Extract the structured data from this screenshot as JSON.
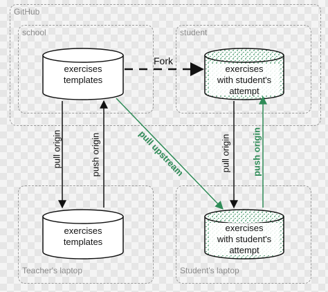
{
  "groups": {
    "github": "GitHub",
    "school": "school",
    "student": "student",
    "teacher_laptop": "Teacher's laptop",
    "student_laptop": "Student's laptop"
  },
  "nodes": {
    "school_repo": {
      "line1": "exercises",
      "line2": "templates"
    },
    "student_repo": {
      "line1": "exercises",
      "line2": "with student's",
      "line3": "attempt"
    },
    "teacher_local": {
      "line1": "exercises",
      "line2": "templates"
    },
    "student_local": {
      "line1": "exercises",
      "line2": "with student's",
      "line3": "attempt"
    }
  },
  "edges": {
    "fork": "Fork",
    "pull_origin_teacher": "pull origin",
    "push_origin_teacher": "push origin",
    "pull_upstream": "pull upstream",
    "pull_origin_student": "pull origin",
    "push_origin_student": "push origin"
  },
  "colors": {
    "green": "#2e8b57",
    "black": "#111111",
    "dashed_border": "#9a9a9a"
  }
}
